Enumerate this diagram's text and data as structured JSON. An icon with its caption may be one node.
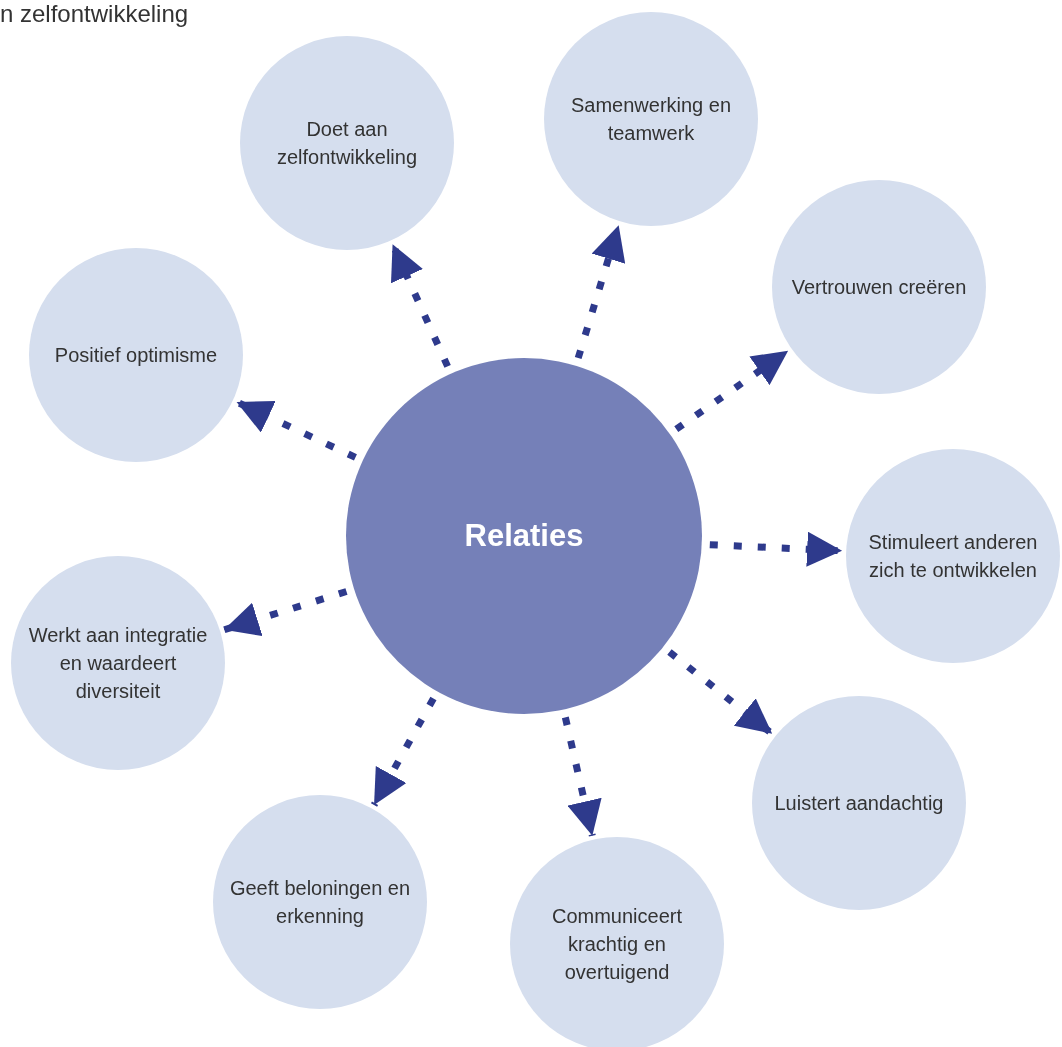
{
  "diagram": {
    "nodes": [
      {
        "text": [
          "Relaties"
        ]
      },
      {
        "text": [
          "Doet aan zelfontwikkeling"
        ]
      },
      {
        "text": [
          "Samenwerking en teamwerk"
        ]
      },
      {
        "text": [
          "Vertrouwen creëren"
        ]
      },
      {
        "text": [
          "Stimuleert anderen zich te ontwikkelen"
        ]
      },
      {
        "text": [
          "Luistert aandachtig"
        ]
      },
      {
        "text": [
          "Communiceert krachtig en overtuigend"
        ]
      },
      {
        "text": [
          "Geeft beloningen en erkenning"
        ]
      },
      {
        "text": [
          "Werkt aan integratie en waardeert diversiteit"
        ]
      },
      {
        "text": [
          "Positief optimisme"
        ]
      }
    ],
    "edges": [
      {
        "from": 0,
        "to": 1,
        "arrow": "to",
        "style": "dashed"
      },
      {
        "from": 0,
        "to": 2,
        "arrow": "to",
        "style": "dashed"
      },
      {
        "from": 0,
        "to": 3,
        "arrow": "to",
        "style": "dashed"
      },
      {
        "from": 0,
        "to": 4,
        "arrow": "to",
        "style": "dashed"
      },
      {
        "from": 0,
        "to": 5,
        "arrow": "to",
        "style": "dashed"
      },
      {
        "from": 0,
        "to": 6,
        "arrow": "to",
        "style": "dashed"
      },
      {
        "from": 0,
        "to": 7,
        "arrow": "to",
        "style": "dashed"
      },
      {
        "from": 0,
        "to": 8,
        "arrow": "to",
        "style": "dashed"
      },
      {
        "from": 0,
        "to": 9,
        "arrow": "to",
        "style": "dashed"
      }
    ],
    "labels": [
      "n zelfontwikkeling"
    ]
  }
}
